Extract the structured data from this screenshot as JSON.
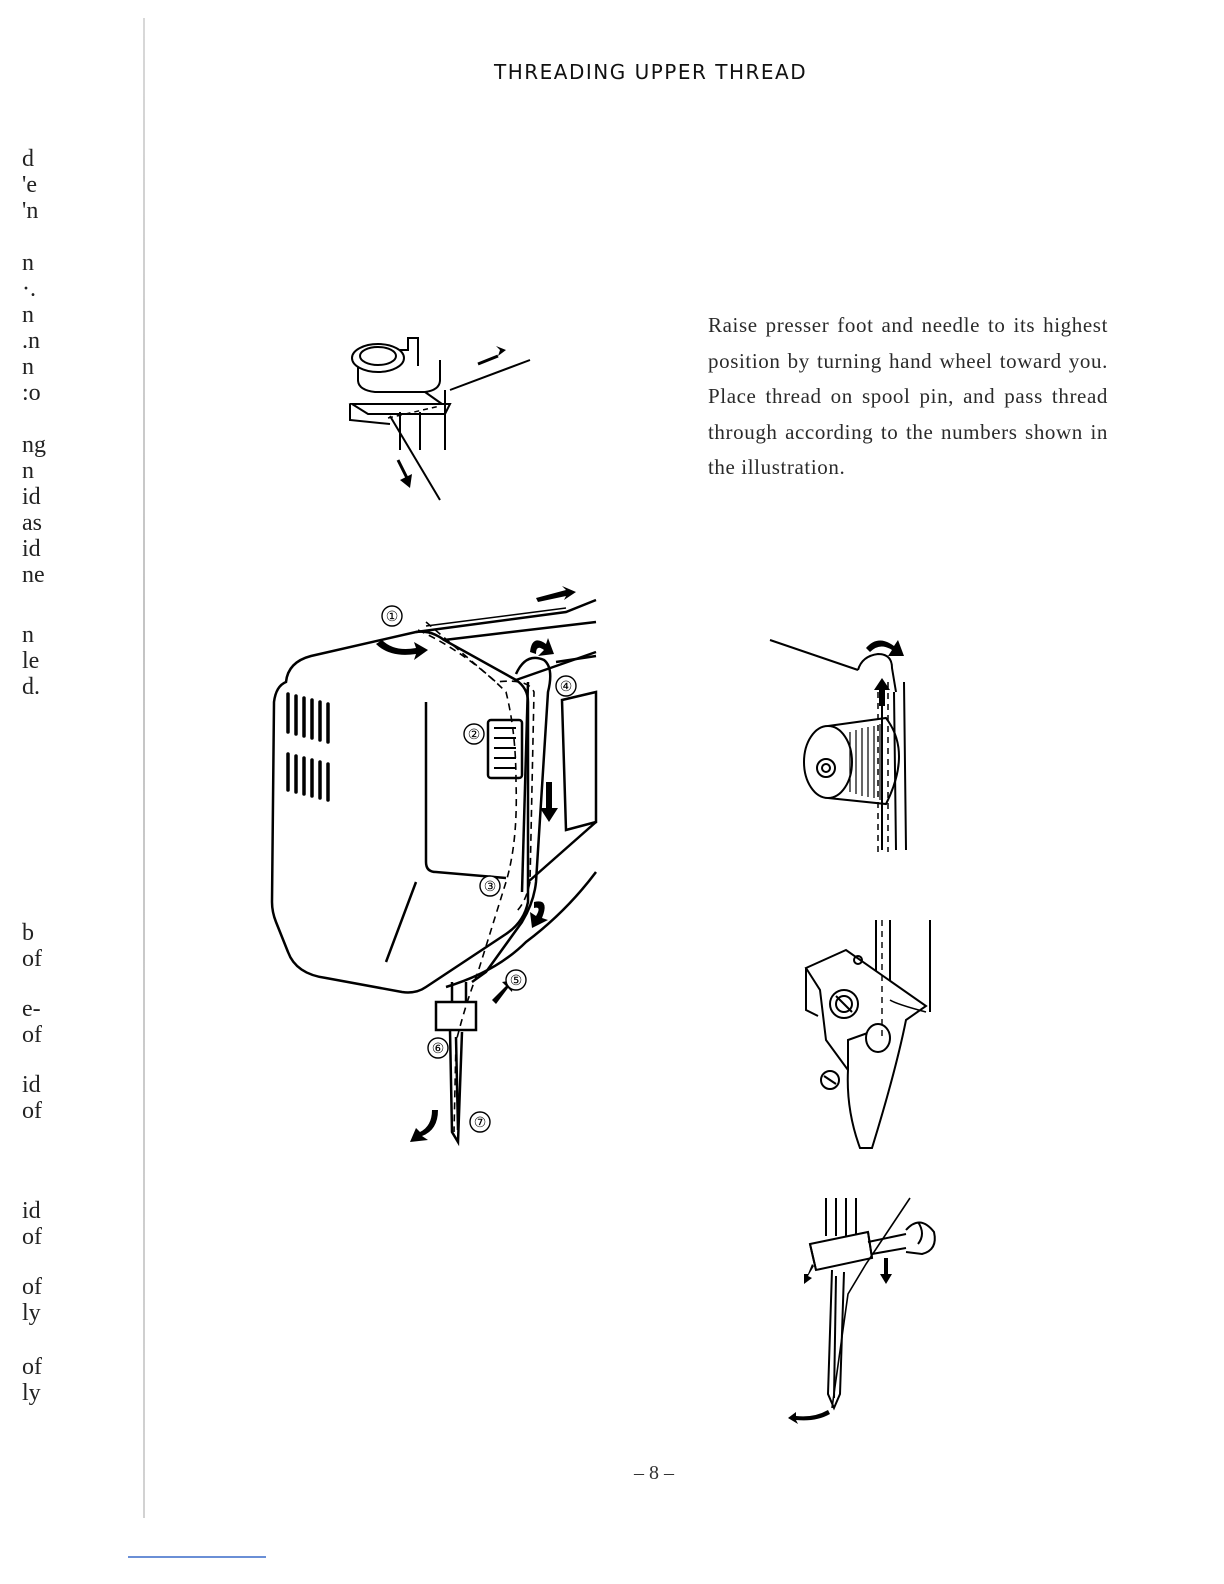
{
  "heading": "THREADING UPPER THREAD",
  "body_text": "Raise presser foot and needle to its highest position by turning hand wheel toward you. Place thread on spool pin, and pass thread through according to the numbers shown in the illustration.",
  "page_number": "– 8 –",
  "margin_fragments": {
    "group_1": "d\n'e\n'n",
    "group_2": "n\n·.\nn\n.n\nn\n:o",
    "group_3": "ng\nn\nid\nas\nid\nne",
    "group_4": "n\nle\nd.",
    "group_5": "b\nof",
    "group_6": "e-\nof",
    "group_7": "id\nof",
    "group_8": "id\nof",
    "group_9": "of\nly",
    "group_10": "of\nly"
  },
  "callouts": [
    "①",
    "②",
    "③",
    "④",
    "⑤",
    "⑥",
    "⑦"
  ],
  "colors": {
    "ink": "#000000",
    "paper": "#ffffff",
    "gutter": "#cccccc"
  }
}
